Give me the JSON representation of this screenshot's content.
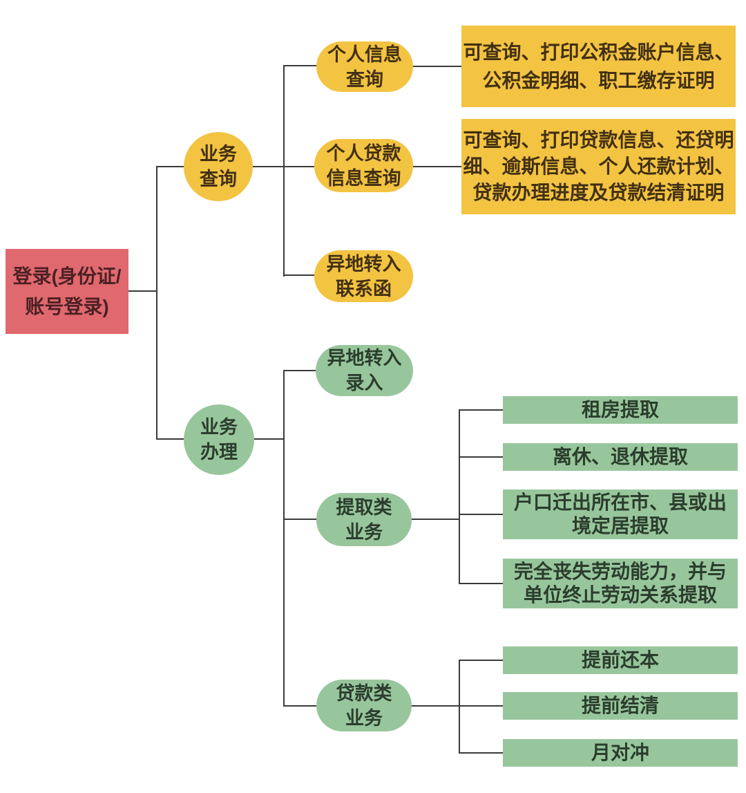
{
  "diagram": {
    "colors": {
      "root_red": "#df696e",
      "query_yellow": "#f3c342",
      "handle_green": "#98c69c",
      "connector": "#3a3a3a",
      "background": "#ffffff"
    },
    "nodes": {
      "login": {
        "lines": [
          "登录(身份证/",
          "账号登录)"
        ]
      },
      "biz_query": {
        "lines": [
          "业务",
          "查询"
        ]
      },
      "biz_handle": {
        "lines": [
          "业务",
          "办理"
        ]
      },
      "personal_info_query": {
        "lines": [
          "个人信息",
          "查询"
        ]
      },
      "personal_loan_query": {
        "lines": [
          "个人贷款",
          "信息查询"
        ]
      },
      "remote_transfer_letter": {
        "lines": [
          "异地转入",
          "联系函"
        ]
      },
      "remote_transfer_entry": {
        "lines": [
          "异地转入",
          "录入"
        ]
      },
      "withdraw_biz": {
        "lines": [
          "提取类",
          "业务"
        ]
      },
      "loan_biz": {
        "lines": [
          "贷款类",
          "业务"
        ]
      },
      "info_detail": {
        "lines": [
          "可查询、打印公积金账户信息、",
          "公积金明细、职工缴存证明"
        ]
      },
      "loan_detail": {
        "lines": [
          "可查询、打印贷款信息、还贷明",
          "细、逾斯信息、个人还款计划、",
          "贷款办理进度及贷款结清证明"
        ]
      },
      "rent_withdraw": {
        "lines": [
          "租房提取"
        ]
      },
      "retire_withdraw": {
        "lines": [
          "离休、退休提取"
        ]
      },
      "hukou_withdraw": {
        "lines": [
          "户口迁出所在市、县或出",
          "境定居提取"
        ]
      },
      "disability_withdraw": {
        "lines": [
          "完全丧失劳动能力，并与",
          "单位终止劳动关系提取"
        ]
      },
      "early_principal": {
        "lines": [
          "提前还本"
        ]
      },
      "early_settlement": {
        "lines": [
          "提前结清"
        ]
      },
      "monthly_offset": {
        "lines": [
          "月对冲"
        ]
      }
    }
  }
}
